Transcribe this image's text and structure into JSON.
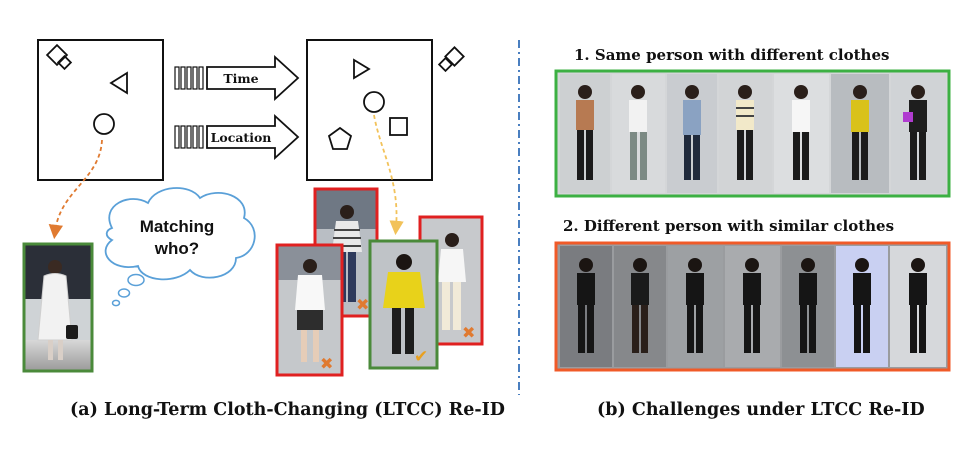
{
  "left_panel": {
    "arrow_time_label": "Time",
    "arrow_location_label": "Location",
    "thought_line1": "Matching",
    "thought_line2": "who?",
    "caption": "(a) Long-Term Cloth-Changing (LTCC) Re-ID"
  },
  "right_panel": {
    "row1_title": "1. Same person with different clothes",
    "row2_title": "2. Different person with similar clothes",
    "caption": "(b) Challenges under LTCC Re-ID"
  },
  "colors": {
    "match_green": "#4a8a3a",
    "nomatch_red": "#e02020",
    "row1_border": "#3cb043",
    "row2_border": "#f05a28",
    "divider": "#4a7fc0",
    "orange_arrow": "#e07a30",
    "yellow_arrow": "#f2c25a",
    "thought_cloud": "#5aa0d8"
  }
}
